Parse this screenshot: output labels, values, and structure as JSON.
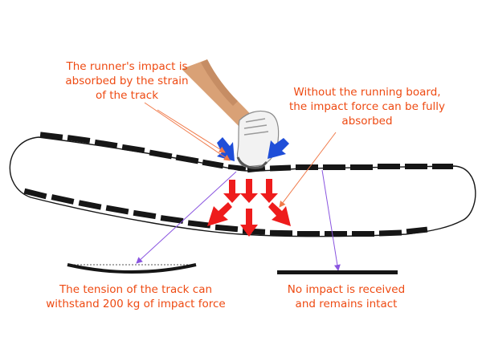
{
  "colors": {
    "label_text": "#ee4a12",
    "track_black": "#161616",
    "pointer_orange": "#f07a4a",
    "pointer_purple": "#8a55e0",
    "force_blue": "#1f4ed8",
    "force_red": "#ee1c1c",
    "shoe_white": "#f2f2f2",
    "leg_skin": "#d9a176"
  },
  "labels": {
    "runner_impact": [
      "The runner's impact is",
      "absorbed by the strain",
      "of the track"
    ],
    "without_board": [
      "Without the running board,",
      "the impact force can be fully",
      "absorbed"
    ],
    "track_tension": [
      "The tension of the track  can",
      "withstand 200 kg of impact force"
    ],
    "no_impact": [
      "No impact is received",
      "and remains intact"
    ]
  },
  "icons": {
    "runner": "runner-leg-icon",
    "blue_arrows": "arrow-down-blue-icon",
    "red_arrows": "arrow-down-red-icon",
    "curved_board": "curved-board-icon",
    "flat_board": "flat-board-icon"
  }
}
